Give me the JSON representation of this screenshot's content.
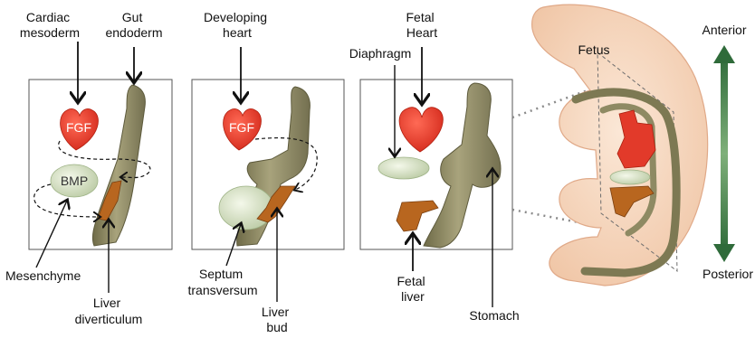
{
  "panel1": {
    "cardiac_mesoderm": [
      "Cardiac",
      "mesoderm"
    ],
    "gut_endoderm": [
      "Gut",
      "endoderm"
    ],
    "fgf": "FGF",
    "bmp": "BMP",
    "mesenchyme": "Mesenchyme",
    "liver_diverticulum": [
      "Liver",
      "diverticulum"
    ]
  },
  "panel2": {
    "developing_heart": [
      "Developing",
      "heart"
    ],
    "fgf": "FGF",
    "septum_transversum": [
      "Septum",
      "transversum"
    ],
    "liver_bud": [
      "Liver",
      "bud"
    ]
  },
  "panel3": {
    "fetal_heart": [
      "Fetal",
      "Heart"
    ],
    "diaphragm": "Diaphragm",
    "fetal_liver": [
      "Fetal",
      "liver"
    ],
    "stomach": "Stomach"
  },
  "fetus_panel": {
    "fetus": "Fetus",
    "anterior": "Anterior",
    "posterior": "Posterior"
  },
  "colors": {
    "gut": "#8e8a63",
    "heart": "#e8392a",
    "liver": "#b8661f",
    "septum": "#dfe8cc",
    "fetus_skin": "#f7d8bf"
  }
}
